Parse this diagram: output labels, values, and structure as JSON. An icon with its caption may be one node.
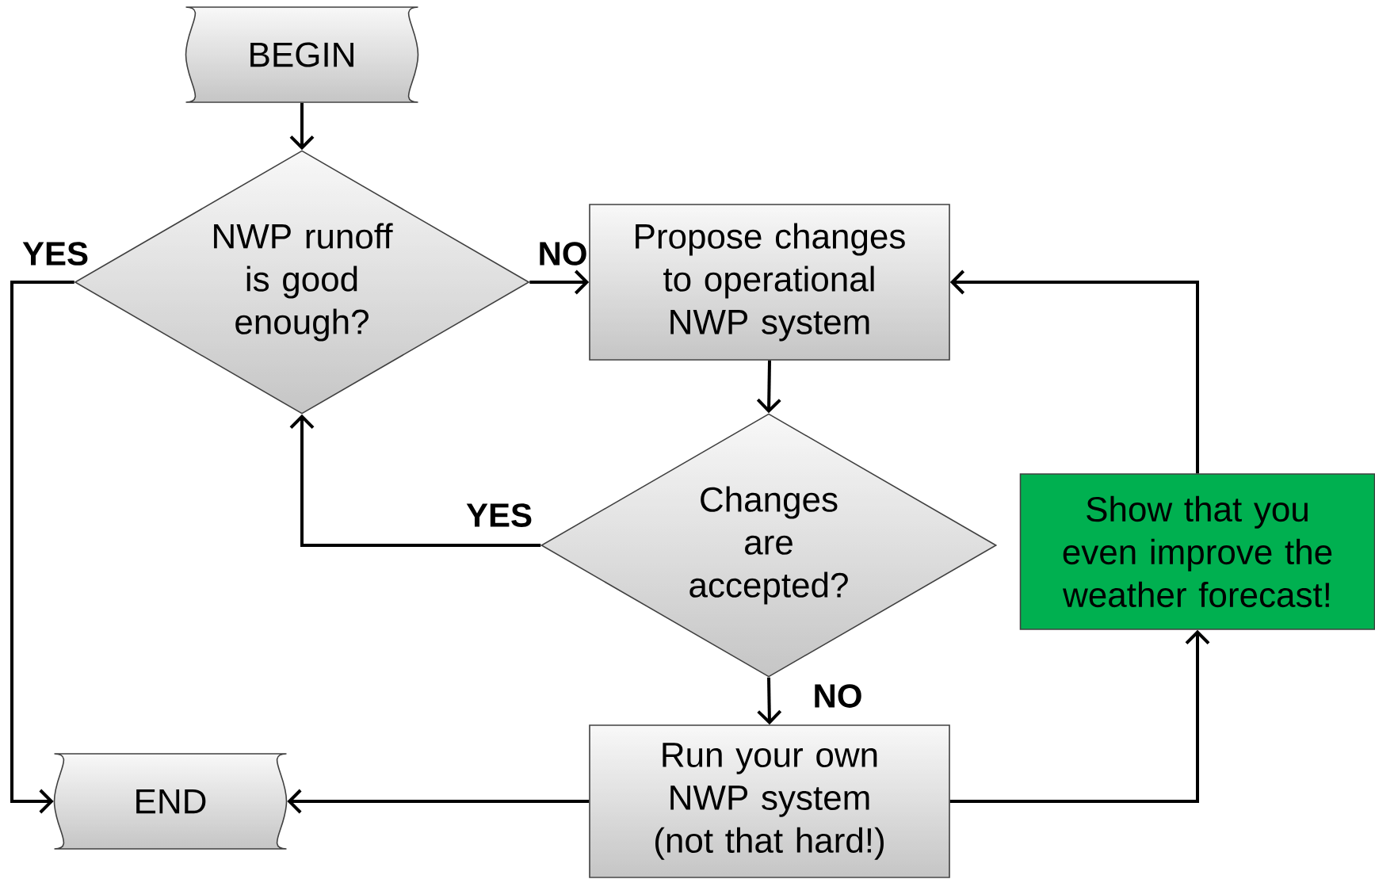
{
  "diagram": {
    "nodes": [
      {
        "text": [
          "BEGIN"
        ]
      },
      {
        "text": [
          "NWP runoff is good enough?"
        ]
      },
      {
        "text": [
          "Propose changes to operational NWP system"
        ]
      },
      {
        "text": [
          "Changes are accepted?"
        ]
      },
      {
        "text": [
          "Show that you even improve the weather forecast!"
        ]
      },
      {
        "text": [
          "Run your own NWP system (not that hard!)"
        ]
      },
      {
        "text": [
          "END"
        ]
      }
    ],
    "edges": [
      {
        "from": 0,
        "to": 1,
        "arrow": "to"
      },
      {
        "from": 1,
        "to": 2,
        "arrow": "to",
        "label": "NO"
      },
      {
        "from": 1,
        "to": 6,
        "arrow": "to",
        "label": "YES"
      },
      {
        "from": 2,
        "to": 3,
        "arrow": "to"
      },
      {
        "from": 3,
        "to": 1,
        "arrow": "to",
        "label": "YES"
      },
      {
        "from": 3,
        "to": 5,
        "arrow": "to",
        "label": "NO"
      },
      {
        "from": 5,
        "to": 6,
        "arrow": "to"
      },
      {
        "from": 5,
        "to": 4,
        "arrow": "to"
      },
      {
        "from": 4,
        "to": 2,
        "arrow": "to"
      }
    ]
  }
}
